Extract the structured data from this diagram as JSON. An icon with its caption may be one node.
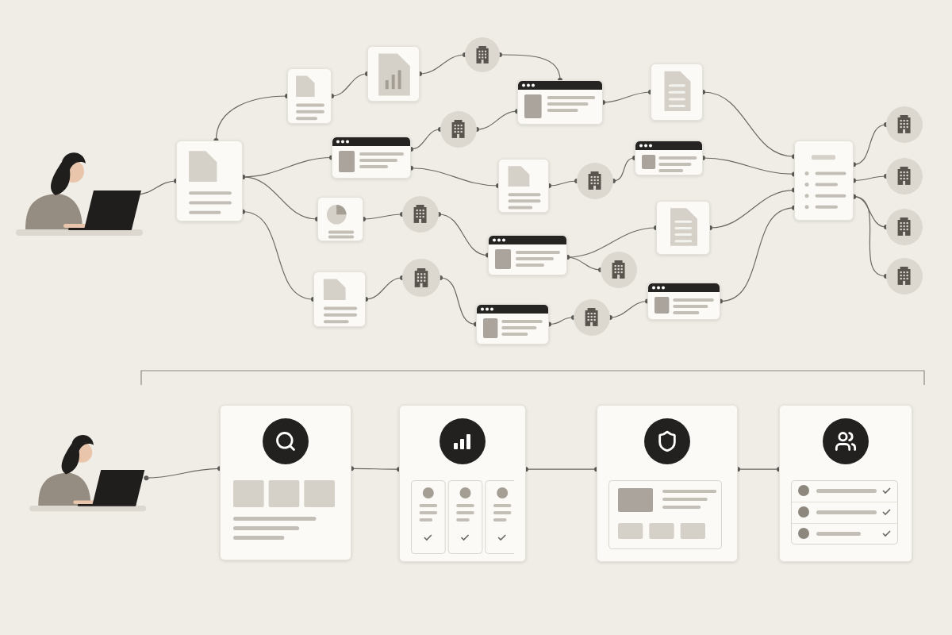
{
  "diagram": {
    "nodes": [
      {
        "text": [],
        "shape": "picture"
      },
      {
        "text": [],
        "shape": "box"
      },
      {
        "text": [],
        "shape": "box"
      },
      {
        "text": [],
        "shape": "box"
      },
      {
        "text": [],
        "shape": "circle"
      },
      {
        "text": [],
        "shape": "circle"
      },
      {
        "text": [],
        "shape": "box"
      },
      {
        "text": [],
        "shape": "box"
      },
      {
        "text": [],
        "shape": "box"
      },
      {
        "text": [],
        "shape": "box"
      },
      {
        "text": [],
        "shape": "circle"
      },
      {
        "text": [],
        "shape": "box"
      },
      {
        "text": [],
        "shape": "circle"
      },
      {
        "text": [],
        "shape": "box"
      },
      {
        "text": [],
        "shape": "box"
      },
      {
        "text": [],
        "shape": "circle"
      },
      {
        "text": [],
        "shape": "box"
      },
      {
        "text": [],
        "shape": "box"
      },
      {
        "text": [],
        "shape": "circle"
      },
      {
        "text": [],
        "shape": "box"
      },
      {
        "text": [],
        "shape": "circle"
      },
      {
        "text": [],
        "shape": "box"
      },
      {
        "text": [],
        "shape": "box"
      },
      {
        "text": [],
        "shape": "circle"
      },
      {
        "text": [],
        "shape": "circle"
      },
      {
        "text": [],
        "shape": "circle"
      },
      {
        "text": [],
        "shape": "circle"
      },
      {
        "text": [],
        "shape": "picture"
      },
      {
        "text": [],
        "shape": "box"
      },
      {
        "text": [],
        "shape": "box"
      },
      {
        "text": [],
        "shape": "box"
      },
      {
        "text": [],
        "shape": "box"
      }
    ],
    "edges": [
      {
        "from": 0,
        "to": 1,
        "arrow": "other"
      },
      {
        "from": 1,
        "to": 2,
        "arrow": "other"
      },
      {
        "from": 2,
        "to": 3,
        "arrow": "other"
      },
      {
        "from": 3,
        "to": 4,
        "arrow": "other"
      },
      {
        "from": 4,
        "to": 7,
        "arrow": "other"
      },
      {
        "from": 1,
        "to": 6,
        "arrow": "other"
      },
      {
        "from": 6,
        "to": 5,
        "arrow": "other"
      },
      {
        "from": 5,
        "to": 7,
        "arrow": "other"
      },
      {
        "from": 6,
        "to": 11,
        "arrow": "other"
      },
      {
        "from": 7,
        "to": 8,
        "arrow": "other"
      },
      {
        "from": 8,
        "to": 22,
        "arrow": "other"
      },
      {
        "from": 11,
        "to": 12,
        "arrow": "other"
      },
      {
        "from": 12,
        "to": 13,
        "arrow": "other"
      },
      {
        "from": 13,
        "to": 22,
        "arrow": "other"
      },
      {
        "from": 1,
        "to": 9,
        "arrow": "other"
      },
      {
        "from": 9,
        "to": 10,
        "arrow": "other"
      },
      {
        "from": 10,
        "to": 14,
        "arrow": "other"
      },
      {
        "from": 14,
        "to": 15,
        "arrow": "other"
      },
      {
        "from": 14,
        "to": 16,
        "arrow": "other"
      },
      {
        "from": 16,
        "to": 22,
        "arrow": "other"
      },
      {
        "from": 1,
        "to": 17,
        "arrow": "other"
      },
      {
        "from": 17,
        "to": 18,
        "arrow": "other"
      },
      {
        "from": 18,
        "to": 19,
        "arrow": "other"
      },
      {
        "from": 19,
        "to": 20,
        "arrow": "other"
      },
      {
        "from": 20,
        "to": 21,
        "arrow": "other"
      },
      {
        "from": 21,
        "to": 22,
        "arrow": "other"
      },
      {
        "from": 22,
        "to": 23,
        "arrow": "other"
      },
      {
        "from": 22,
        "to": 24,
        "arrow": "other"
      },
      {
        "from": 22,
        "to": 25,
        "arrow": "other"
      },
      {
        "from": 22,
        "to": 26,
        "arrow": "other"
      },
      {
        "from": 27,
        "to": 28,
        "arrow": "other"
      },
      {
        "from": 28,
        "to": 29,
        "arrow": "other"
      },
      {
        "from": 29,
        "to": 30,
        "arrow": "other"
      },
      {
        "from": 30,
        "to": 31,
        "arrow": "other"
      }
    ]
  }
}
